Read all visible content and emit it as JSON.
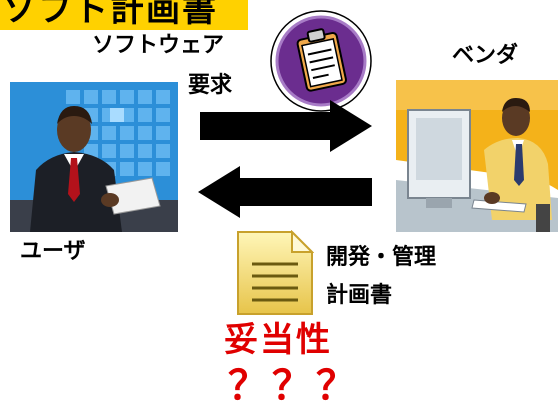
{
  "title": "ソフト計画書",
  "request_label_line1": "ソフトウェア",
  "request_label_line2": "要求",
  "vendor_label": "ベンダ",
  "user_label": "ユーザ",
  "document_label_line1": "開発・管理",
  "document_label_line2": "計画書",
  "validity_label": "妥当性",
  "question_marks": "？？？",
  "colors": {
    "banner": "#ffd100",
    "arrow": "#000000",
    "emphasis": "#e00000",
    "clipboard_badge": "#6b2d8f"
  },
  "icons": [
    "clipboard-icon",
    "user-clipart",
    "vendor-clipart",
    "document-icon",
    "arrow-right",
    "arrow-left"
  ]
}
